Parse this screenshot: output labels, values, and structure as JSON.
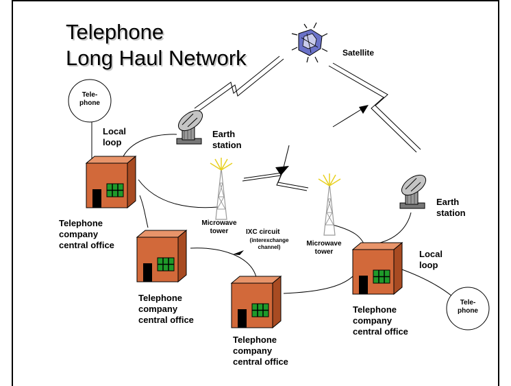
{
  "title": {
    "line1": "Telephone",
    "line2": "Long Haul Network"
  },
  "labels": {
    "satellite": "Satellite",
    "telephone_top": [
      "Tele-",
      "phone"
    ],
    "telephone_bottom": [
      "Tele-",
      "phone"
    ],
    "local_loop_left": [
      "Local",
      "loop"
    ],
    "local_loop_right": [
      "Local",
      "loop"
    ],
    "earth_station_left": [
      "Earth",
      "station"
    ],
    "earth_station_right": [
      "Earth",
      "station"
    ],
    "microwave_tower_left": [
      "Microwave",
      "tower"
    ],
    "microwave_tower_right": [
      "Microwave",
      "tower"
    ],
    "ixc_circuit": "IXC circuit",
    "ixc_sub": [
      "(interexchange",
      "channel)"
    ],
    "central_office_1": [
      "Telephone",
      "company",
      "central office"
    ],
    "central_office_2": [
      "Telephone",
      "company",
      "central office"
    ],
    "central_office_3": [
      "Telephone",
      "company",
      "central office"
    ],
    "central_office_4": [
      "Telephone",
      "company",
      "central office"
    ]
  },
  "colors": {
    "building_front": "#d2693a",
    "building_side": "#a84b22",
    "building_roof": "#e8946a",
    "window": "#1f9a2a",
    "satellite_body": "#6a72c8",
    "dish": "#8a8a8a"
  }
}
